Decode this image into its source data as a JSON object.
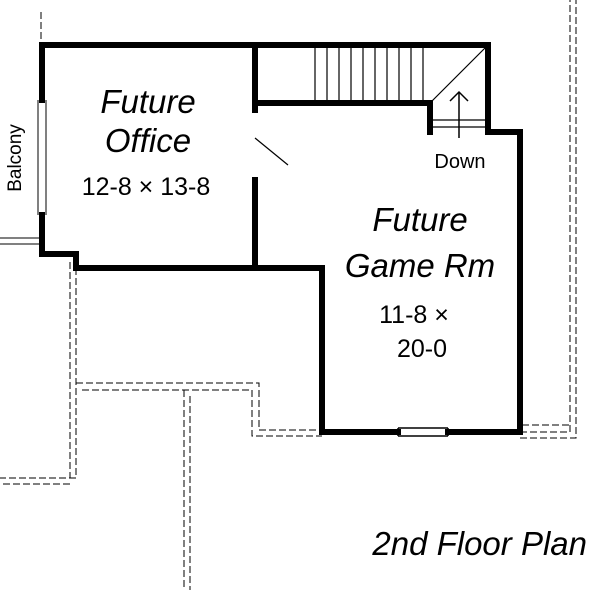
{
  "rooms": {
    "office": {
      "name_line1": "Future",
      "name_line2": "Office",
      "dims": "12-8 × 13-8"
    },
    "game_room": {
      "name_line1": "Future",
      "name_line2": "Game Rm",
      "dims_line1": "11-8 ×",
      "dims_line2": "20-0"
    }
  },
  "labels": {
    "balcony": "Balcony",
    "down": "Down",
    "plan_title": "2nd Floor Plan"
  }
}
